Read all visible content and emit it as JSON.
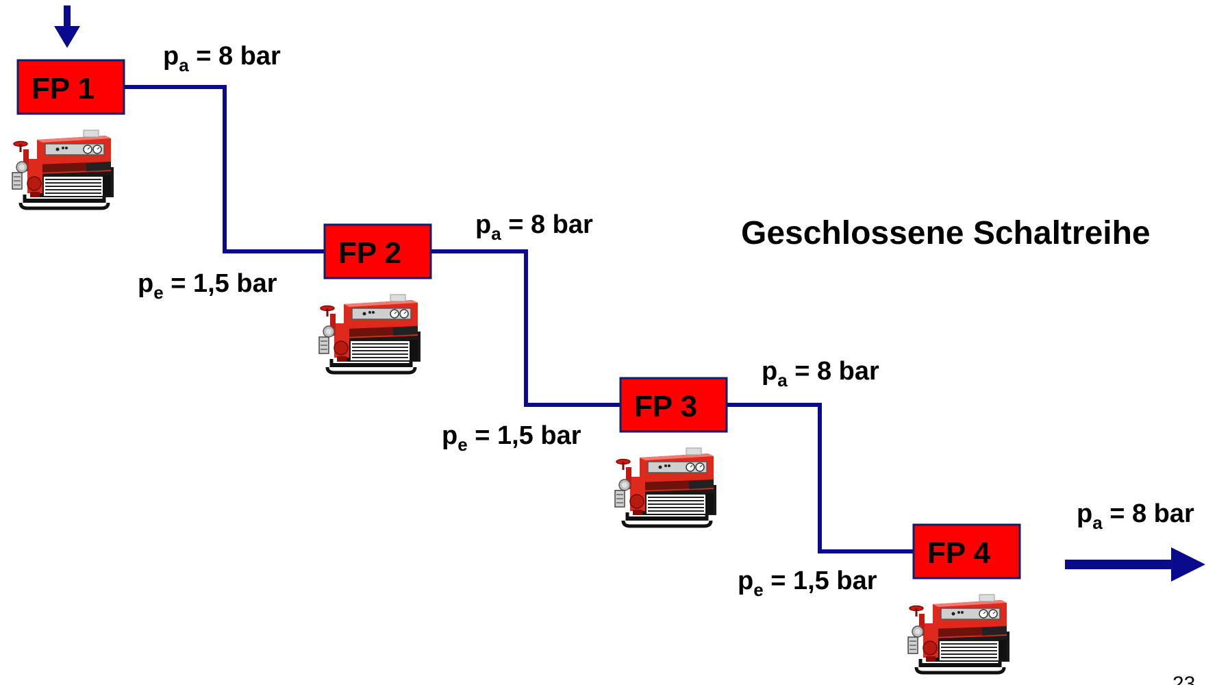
{
  "title": "Geschlossene Schaltreihe",
  "page_number": "23",
  "colors": {
    "pump_box": "#ff0000",
    "box_border": "#0d1f6b",
    "hose": "#0a0a8c",
    "arrow": "#0a0a8c",
    "pump_body": "#e0291d",
    "pump_body_light": "#f04a3c",
    "pump_frame": "#111111"
  },
  "pumps": [
    {
      "label": "FP 1",
      "outlet_label": "p",
      "outlet_sub": "a",
      "outlet_value": " = 8 bar",
      "inlet_label": "",
      "inlet_sub": "",
      "inlet_value": ""
    },
    {
      "label": "FP 2",
      "outlet_label": "p",
      "outlet_sub": "a",
      "outlet_value": " = 8 bar",
      "inlet_label": "p",
      "inlet_sub": "e",
      "inlet_value": " = 1,5 bar"
    },
    {
      "label": "FP 3",
      "outlet_label": "p",
      "outlet_sub": "a",
      "outlet_value": " = 8 bar",
      "inlet_label": "p",
      "inlet_sub": "e",
      "inlet_value": " = 1,5 bar"
    },
    {
      "label": "FP 4",
      "outlet_label": "p",
      "outlet_sub": "a",
      "outlet_value": " = 8 bar",
      "inlet_label": "p",
      "inlet_sub": "e",
      "inlet_value": " = 1,5 bar"
    }
  ],
  "icons": {
    "inflow": "arrow-down-icon",
    "outflow": "arrow-right-icon",
    "pump": "fire-pump-icon"
  }
}
